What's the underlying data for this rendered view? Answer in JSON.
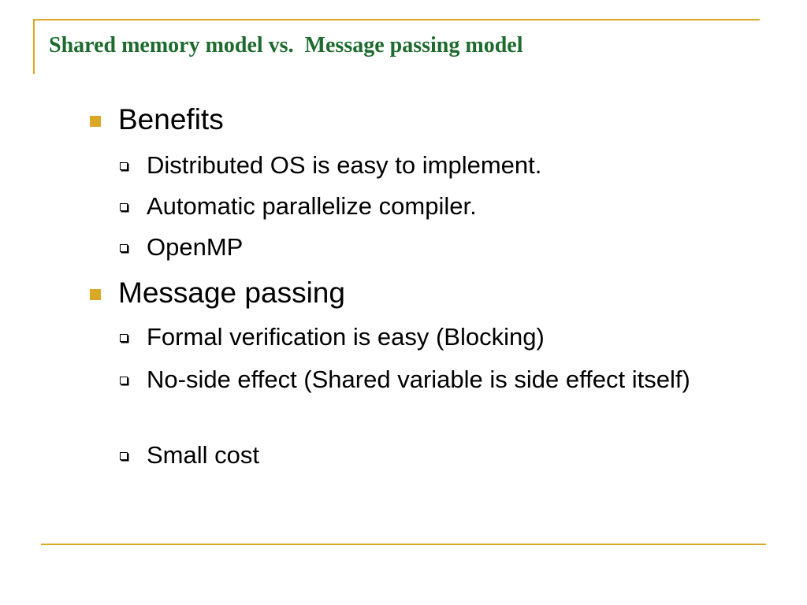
{
  "slide": {
    "title": "Shared memory model vs.  Message passing model",
    "sections": [
      {
        "heading": "Benefits",
        "items": [
          "Distributed OS is easy to implement.",
          "Automatic parallelize compiler.",
          "OpenMP"
        ]
      },
      {
        "heading": "Message passing",
        "items": [
          "Formal verification is easy (Blocking)",
          "No-side effect (Shared variable is side effect itself)",
          "Small cost"
        ]
      }
    ]
  },
  "colors": {
    "title": "#1f6b2f",
    "accent": "#d9a826",
    "text": "#000000",
    "background": "#ffffff"
  }
}
